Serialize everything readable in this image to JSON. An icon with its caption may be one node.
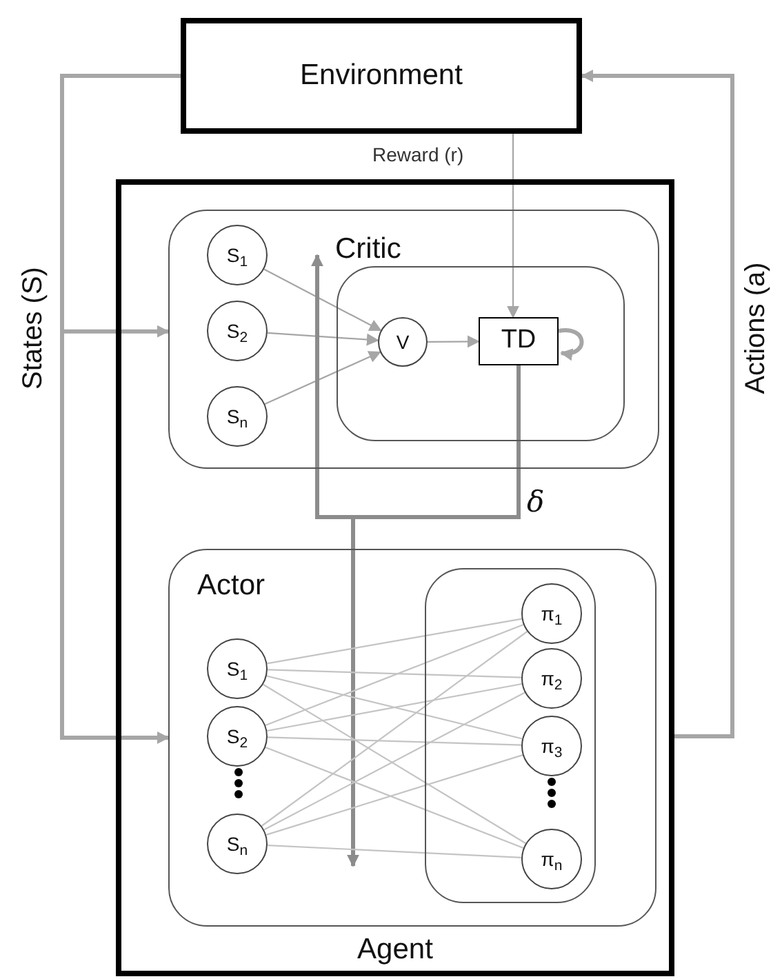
{
  "diagram": {
    "nodes": [
      {
        "text": [
          "Environment"
        ]
      },
      {
        "text": [
          "Agent"
        ]
      },
      {
        "text": [
          "Critic"
        ],
        "in": 1
      },
      {
        "text": [],
        "shape": "box",
        "in": 2
      },
      {
        "text": [
          "S$_{1}$"
        ],
        "in": 2
      },
      {
        "text": [
          "S$_{2}$"
        ],
        "in": 2
      },
      {
        "text": [
          "S$_{n}$"
        ],
        "in": 2
      },
      {
        "text": [
          "V"
        ],
        "in": 3
      },
      {
        "text": [
          "TD"
        ],
        "in": 3
      },
      {
        "text": [
          "Actor"
        ],
        "in": 1
      },
      {
        "text": [],
        "shape": "box",
        "in": 9
      },
      {
        "text": [
          "S$_{1}$"
        ],
        "in": 9
      },
      {
        "text": [
          "S$_{2}$"
        ],
        "in": 9
      },
      {
        "text": [
          "S$_{n}$"
        ],
        "in": 9
      },
      {
        "text": [
          "π$_{1}$"
        ],
        "in": 10
      },
      {
        "text": [
          "π$_{2}$"
        ],
        "in": 10
      },
      {
        "text": [
          "π$_{3}$"
        ],
        "in": 10
      },
      {
        "text": [
          "π$_{n}$"
        ],
        "in": 10
      }
    ],
    "edges": [
      {
        "from": 0,
        "to": 2,
        "arrow": "to",
        "label": "States (S)",
        "style": "thick",
        "color": "#a6a6a6"
      },
      {
        "from": 0,
        "to": 9,
        "arrow": "to",
        "style": "thick",
        "color": "#a6a6a6"
      },
      {
        "from": 1,
        "to": 0,
        "arrow": "to",
        "label": "Actions (a)",
        "style": "thick",
        "color": "#a6a6a6"
      },
      {
        "from": 0,
        "to": 8,
        "arrow": "to",
        "label": "Reward (r)",
        "color": "#a6a6a6"
      },
      {
        "from": 4,
        "to": 7,
        "arrow": "to",
        "color": "#a6a6a6"
      },
      {
        "from": 5,
        "to": 7,
        "arrow": "to",
        "color": "#a6a6a6"
      },
      {
        "from": 6,
        "to": 7,
        "arrow": "to",
        "color": "#a6a6a6"
      },
      {
        "from": 7,
        "to": 8,
        "arrow": "to",
        "color": "#a6a6a6"
      },
      {
        "from": 8,
        "to": 8,
        "arrow": "to",
        "style": "thick",
        "color": "#a6a6a6"
      },
      {
        "from": 8,
        "to": null,
        "arrow": "to",
        "label": "δ",
        "style": "thick",
        "color": "#8c8c8c"
      },
      {
        "from": 8,
        "to": null,
        "arrow": "to",
        "style": "thick",
        "color": "#8c8c8c"
      },
      {
        "from": 11,
        "to": 14,
        "arrow": "none"
      },
      {
        "from": 11,
        "to": 15,
        "arrow": "none"
      },
      {
        "from": 11,
        "to": 16,
        "arrow": "none"
      },
      {
        "from": 11,
        "to": 17,
        "arrow": "none"
      },
      {
        "from": 12,
        "to": 14,
        "arrow": "none"
      },
      {
        "from": 12,
        "to": 15,
        "arrow": "none"
      },
      {
        "from": 12,
        "to": 16,
        "arrow": "none"
      },
      {
        "from": 12,
        "to": 17,
        "arrow": "none"
      },
      {
        "from": 13,
        "to": 14,
        "arrow": "none"
      },
      {
        "from": 13,
        "to": 15,
        "arrow": "none"
      },
      {
        "from": 13,
        "to": 16,
        "arrow": "none"
      },
      {
        "from": 13,
        "to": 17,
        "arrow": "none"
      }
    ]
  }
}
